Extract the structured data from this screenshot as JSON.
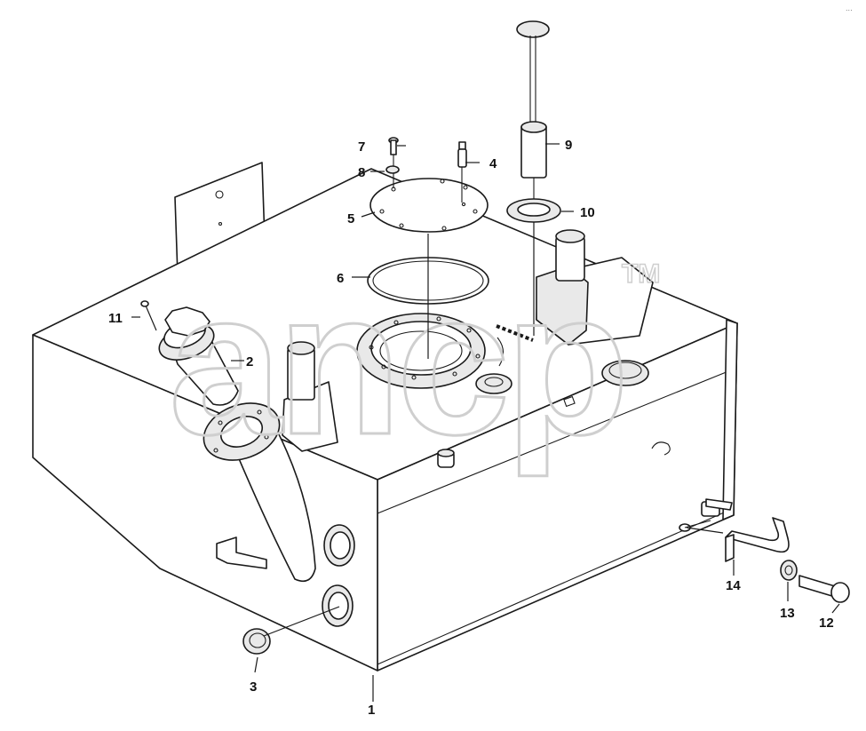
{
  "watermark": {
    "text": "ancp",
    "tm": "TM"
  },
  "corner_mark": "...",
  "callouts": [
    {
      "id": "1",
      "label": "1"
    },
    {
      "id": "2",
      "label": "2"
    },
    {
      "id": "3",
      "label": "3"
    },
    {
      "id": "4",
      "label": "4"
    },
    {
      "id": "5",
      "label": "5"
    },
    {
      "id": "6",
      "label": "6"
    },
    {
      "id": "7",
      "label": "7"
    },
    {
      "id": "8",
      "label": "8"
    },
    {
      "id": "9",
      "label": "9"
    },
    {
      "id": "10",
      "label": "10"
    },
    {
      "id": "11",
      "label": "11"
    },
    {
      "id": "12",
      "label": "12"
    },
    {
      "id": "13",
      "label": "13"
    },
    {
      "id": "14",
      "label": "14"
    }
  ]
}
